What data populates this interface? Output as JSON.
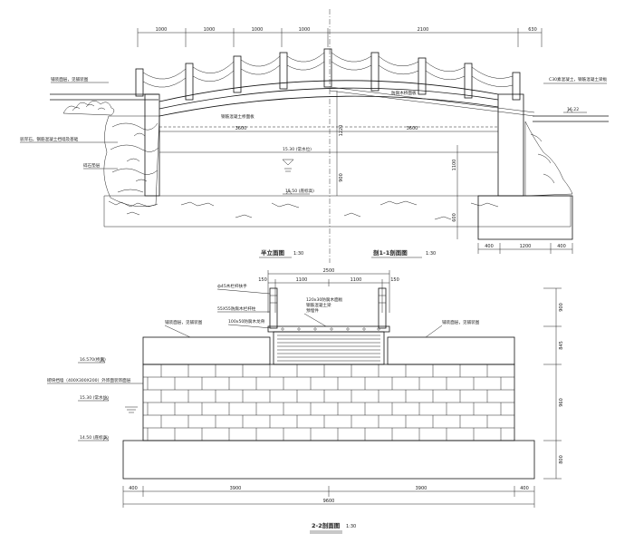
{
  "elevation": {
    "top_dims": [
      "1000",
      "1000",
      "1000",
      "1000",
      "2100",
      "630"
    ],
    "span_dims": [
      "3600",
      "3600"
    ],
    "vertical_dims": [
      "1220",
      "900",
      "1100",
      "600"
    ],
    "bottom_dims": [
      "400",
      "1200",
      "400"
    ],
    "levels": [
      "15.30 (常水位)",
      "15.50 (底标高)",
      "16.22"
    ],
    "notes": {
      "left_top": "铺装面层，见铺装图",
      "left_mid": "驳岸石，钢筋混凝土挡墙及基础",
      "left_low": "碎石垫层",
      "right_top": "C30素混凝土，钢筋混凝土梁板",
      "beam": "钢筋混凝土桥面板",
      "deck": "防腐木桥面板"
    },
    "title_left": "半立面图",
    "title_left_scale": "1:30",
    "title_right": "剖1-1剖面图",
    "title_right_scale": "1:30"
  },
  "section": {
    "top_dims": [
      "2500",
      "1100",
      "1100",
      "150",
      "150"
    ],
    "right_dims": [
      "900",
      "845",
      "960",
      "800"
    ],
    "bottom_dims": [
      "400",
      "3900",
      "3900",
      "400"
    ],
    "total": "9600",
    "levels": [
      "16.570(桥面)",
      "15.30 (常水位)",
      "14.50 (底标高)"
    ],
    "notes": {
      "post": "ф45木栏杆扶手",
      "rail": "55X55防腐木栏杆柱",
      "deck": "120x30防腐木面板",
      "joist": "100x50防腐木龙骨",
      "beam": "钢筋混凝土梁",
      "anchor": "预埋件",
      "left_pave": "铺装面层，见铺装图",
      "right_pave": "铺装面层，见铺装图",
      "wall": "砌块挡墙（400X300X200）外饰面装饰面层"
    },
    "title": "2-2剖面图",
    "title_scale": "1:30"
  }
}
